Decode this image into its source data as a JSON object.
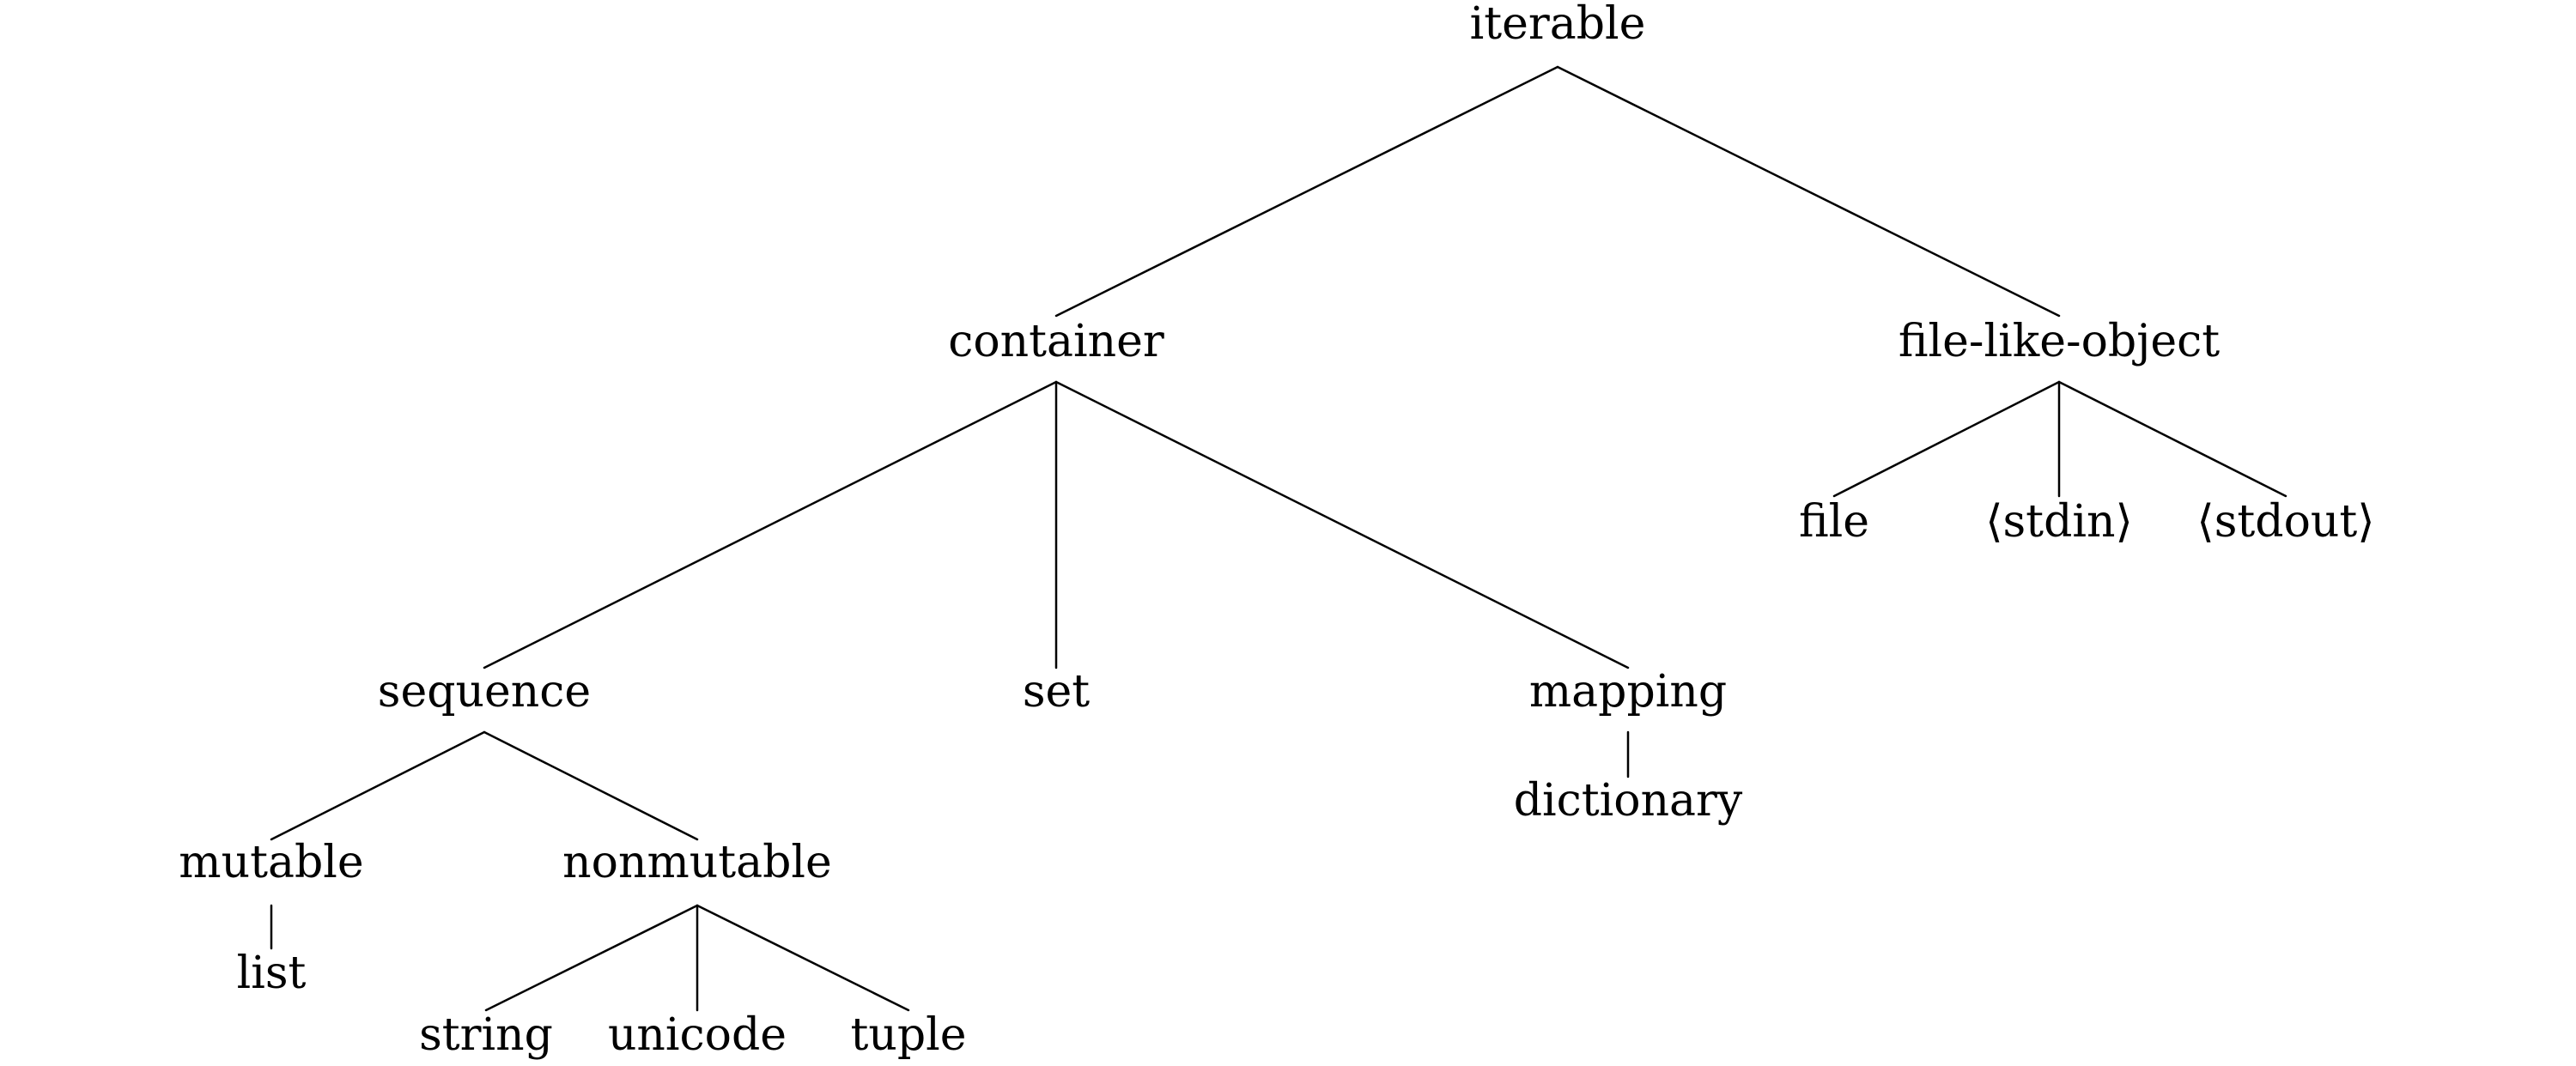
{
  "diagram": {
    "type": "tree",
    "line_color": "#000000",
    "text_color": "#000000",
    "nodes": [
      {
        "id": "iterable",
        "label": "iterable",
        "parent": null
      },
      {
        "id": "container",
        "label": "container",
        "parent": "iterable"
      },
      {
        "id": "file-like-object",
        "label": "file-like-object",
        "parent": "iterable"
      },
      {
        "id": "sequence",
        "label": "sequence",
        "parent": "container"
      },
      {
        "id": "set",
        "label": "set",
        "parent": "container"
      },
      {
        "id": "mapping",
        "label": "mapping",
        "parent": "container"
      },
      {
        "id": "mutable",
        "label": "mutable",
        "parent": "sequence"
      },
      {
        "id": "nonmutable",
        "label": "nonmutable",
        "parent": "sequence"
      },
      {
        "id": "list",
        "label": "list",
        "parent": "mutable"
      },
      {
        "id": "string",
        "label": "string",
        "parent": "nonmutable"
      },
      {
        "id": "unicode",
        "label": "unicode",
        "parent": "nonmutable"
      },
      {
        "id": "tuple",
        "label": "tuple",
        "parent": "nonmutable"
      },
      {
        "id": "dictionary",
        "label": "dictionary",
        "parent": "mapping"
      },
      {
        "id": "file",
        "label": "file",
        "parent": "file-like-object"
      },
      {
        "id": "stdin",
        "label": "⟨stdin⟩",
        "parent": "file-like-object"
      },
      {
        "id": "stdout",
        "label": "⟨stdout⟩",
        "parent": "file-like-object"
      }
    ]
  }
}
